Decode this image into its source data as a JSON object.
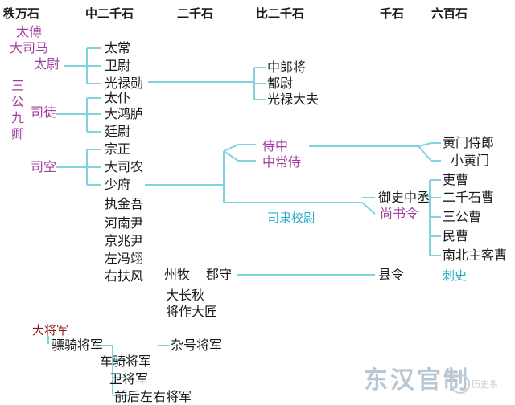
{
  "headers": {
    "h1": "秩万石",
    "h2": "中二千石",
    "h3": "二千石",
    "h4": "比二千石",
    "h5": "千石",
    "h6": "六百石"
  },
  "left": {
    "taifu": "太傅",
    "dasima": "大司马",
    "taiwei": "太尉",
    "sangong": "三公九卿",
    "situ": "司徒",
    "sikong": "司空"
  },
  "qing": {
    "taichang": "太常",
    "weiwei": "卫尉",
    "guanglu": "光禄勋",
    "taipu": "太仆",
    "dahonglu": "大鸿胪",
    "tingwei": "廷尉",
    "zongzheng": "宗正",
    "dasinong": "大司农",
    "shaofu": "少府",
    "zhijinwu": "执金吾",
    "henanyin": "河南尹",
    "jingzhaoyin": "京兆尹",
    "zuopingyi": "左冯翊",
    "youfufeng": "右扶风"
  },
  "guanglu_sub": {
    "zhonglangjiang": "中郎将",
    "duwei": "都尉",
    "guangludafu": "光禄大夫"
  },
  "shaofu_sub": {
    "shizhong": "侍中",
    "zhongchangshi": "中常侍",
    "huangmenshilang": "黄门侍郎",
    "xiaohuangmen": "小黄门",
    "sili": "司隶校尉",
    "yushizhongcheng": "御史中丞",
    "shangshuling": "尚书令",
    "libu": "吏曹",
    "erqianshi": "二千石曹",
    "sangongcao": "三公曹",
    "mincao": "民曹",
    "nanbei": "南北主客曹"
  },
  "local": {
    "zhoumu": "州牧",
    "junshou": "郡守",
    "xianling": "县令",
    "cishi": "刺史",
    "dachangqiu": "大长秋",
    "jiangzuo": "将作大匠"
  },
  "military": {
    "dajiangjun": "大将军",
    "piaoqi": "骠骑将军",
    "zahao": "杂号将军",
    "cheqi": "车骑将军",
    "weijiangjun": "卫将军",
    "qianhou": "前后左右将军"
  },
  "watermark": {
    "title": "东汉官制",
    "source": "历史系"
  },
  "colors": {
    "line": "#7fd3df",
    "purple": "#a0409f",
    "teal": "#2aaec8",
    "darkred": "#8b1a1a"
  }
}
